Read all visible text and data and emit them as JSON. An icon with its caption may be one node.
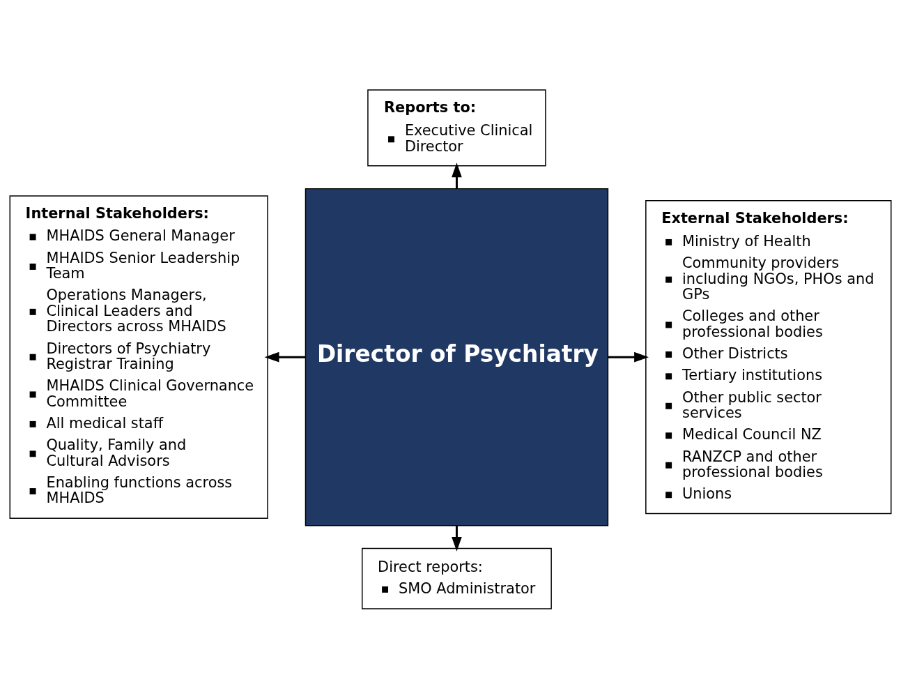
{
  "diagram": {
    "nodes": [
      {
        "text": [
          "Reports to:",
          "Executive Clinical Director"
        ]
      },
      {
        "text": [
          "Internal Stakeholders:",
          "MHAIDS General Manager",
          "MHAIDS Senior Leadership Team",
          "Operations Managers, Clinical Leaders and Directors across MHAIDS",
          "Directors of Psychiatry Registrar Training",
          "MHAIDS Clinical Governance Committee",
          "All medical staff",
          "Quality, Family and Cultural Advisors",
          "Enabling functions across MHAIDS"
        ]
      },
      {
        "text": [
          "Director of Psychiatry"
        ]
      },
      {
        "text": [
          "External Stakeholders:",
          "Ministry of Health",
          "Community providers including NGOs, PHOs and GPs",
          "Colleges and other professional bodies",
          "Other Districts",
          "Tertiary institutions",
          "Other public sector services",
          "Medical Council NZ",
          "RANZCP and other professional bodies",
          "Unions"
        ]
      },
      {
        "text": [
          "Direct reports:",
          "SMO Administrator"
        ]
      }
    ],
    "edges": [
      {
        "from": 2,
        "to": 0,
        "arrow": "to"
      },
      {
        "from": 2,
        "to": 1,
        "arrow": "to"
      },
      {
        "from": 2,
        "to": 3,
        "arrow": "to"
      },
      {
        "from": 2,
        "to": 4,
        "arrow": "to"
      }
    ]
  }
}
